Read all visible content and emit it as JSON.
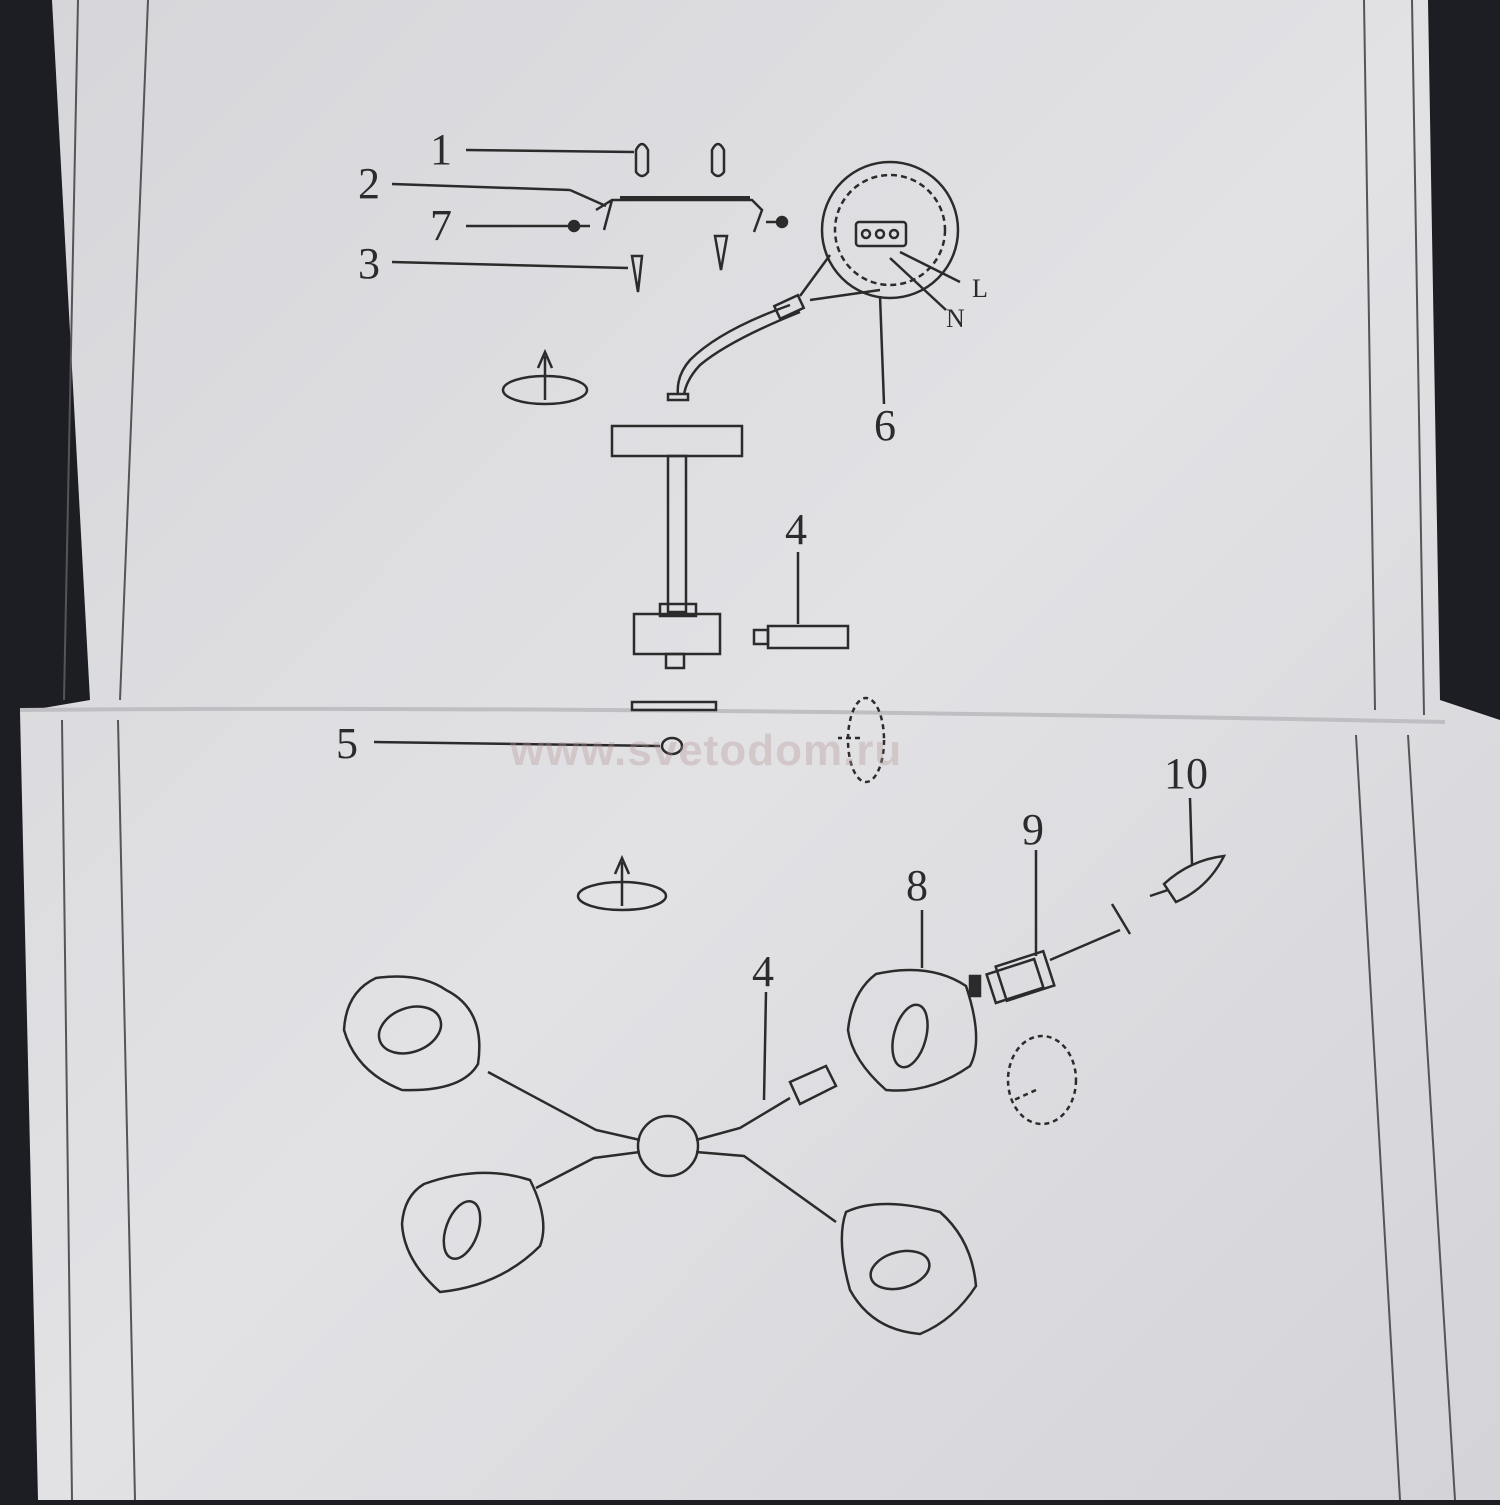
{
  "diagram": {
    "parts": {
      "p1": "1",
      "p2": "2",
      "p3": "3",
      "p4_top": "4",
      "p4_bottom": "4",
      "p5": "5",
      "p6": "6",
      "p7": "7",
      "p8": "8",
      "p9": "9",
      "p10": "10"
    },
    "wires": {
      "live": "L",
      "neutral": "N"
    },
    "watermark": "www.svetodom.ru"
  },
  "colors": {
    "paper": "#dcdcdf",
    "paper_shadow": "#c9c9cd",
    "background": "#1c1e24",
    "ink": "#2b2b2b"
  }
}
